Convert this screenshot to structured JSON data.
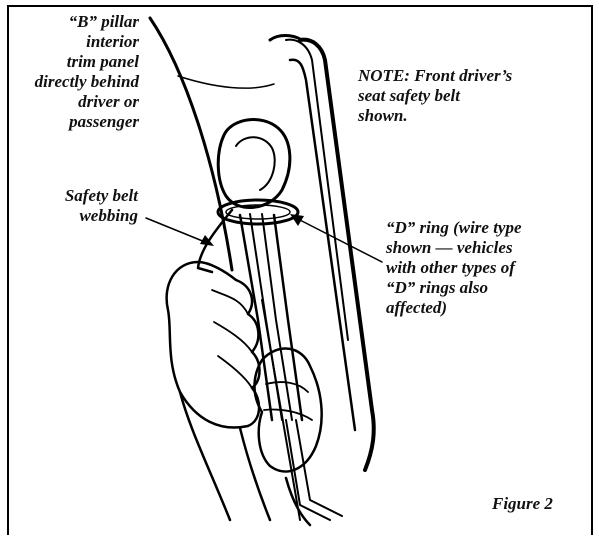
{
  "labels": {
    "b_pillar": "“B” pillar\ninterior\ntrim panel\ndirectly behind\ndriver or\npassenger",
    "note": "NOTE: Front driver’s\nseat safety belt\nshown.",
    "webbing": "Safety belt\nwebbing",
    "d_ring": "“D” ring (wire type\nshown — vehicles\nwith other types of\n“D” rings also\naffected)",
    "figure": "Figure 2"
  }
}
